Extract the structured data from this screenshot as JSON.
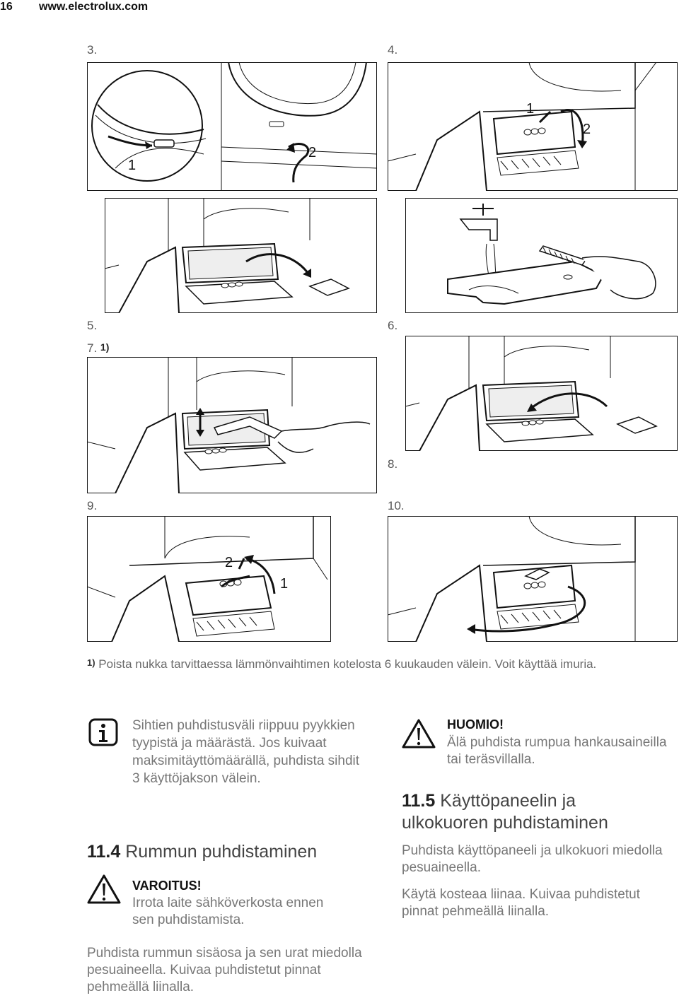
{
  "header": {
    "page_number": "16",
    "site": "www.electrolux.com"
  },
  "steps": {
    "s3": "3.",
    "s4": "4.",
    "s5": "5.",
    "s6": "6.",
    "s7": "7.",
    "s7_ref": "1)",
    "s8": "8.",
    "s9": "9.",
    "s10": "10."
  },
  "figure_labels": {
    "f3_1": "1",
    "f3_2": "2",
    "f4_1": "1",
    "f4_2": "2",
    "f9_1": "1",
    "f9_2": "2"
  },
  "footnote": {
    "marker": "1)",
    "text": "Poista nukka tarvittaessa lämmönvaihtimen kotelosta 6 kuukauden välein. Voit käyttää imuria."
  },
  "info_note": {
    "icon": "info-icon",
    "text": "Sihtien puhdistusväli riippuu pyykkien tyypistä ja määrästä. Jos kuivaat maksimitäyttömäärällä, puhdista sihdit 3 käyttöjakson välein."
  },
  "section_11_4": {
    "number": "11.4",
    "title": "Rummun puhdistaminen",
    "warning": {
      "icon": "warning-icon",
      "title": "VAROITUS!",
      "text": "Irrota laite sähköverkosta ennen sen puhdistamista."
    },
    "body": "Puhdista rummun sisäosa ja sen urat miedolla pesuaineella. Kuivaa puhdistetut pinnat pehmeällä liinalla."
  },
  "caution": {
    "icon": "warning-icon",
    "title": "HUOMIO!",
    "text": "Älä puhdista rumpua hankausaineilla tai teräsvillalla."
  },
  "section_11_5": {
    "number": "11.5",
    "title_line1": "Käyttöpaneelin ja",
    "title_line2": "ulkokuoren puhdistaminen",
    "para1": "Puhdista käyttöpaneeli ja ulkokuori miedolla pesuaineella.",
    "para2": "Käytä kosteaa liinaa. Kuivaa puhdistetut pinnat pehmeällä liinalla."
  }
}
